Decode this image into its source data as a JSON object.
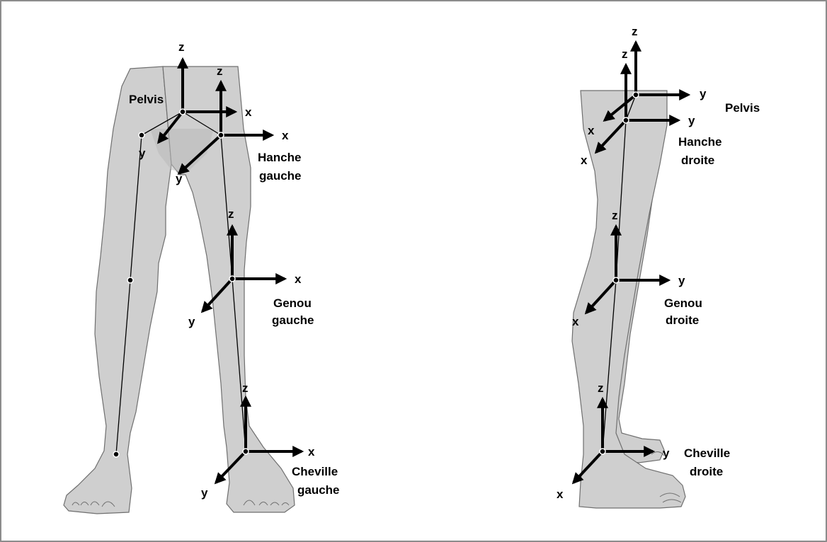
{
  "front_view": {
    "labels": {
      "pelvis": "Pelvis",
      "hip_1": "Hanche",
      "hip_2": "gauche",
      "knee_1": "Genou",
      "knee_2": "gauche",
      "ankle_1": "Cheville",
      "ankle_2": "gauche"
    },
    "axes": {
      "pelvis_z": "z",
      "pelvis_x": "x",
      "pelvis_y": "y",
      "hip_z": "z",
      "hip_x": "x",
      "hip_y": "y",
      "knee_z": "z",
      "knee_x": "x",
      "knee_y": "y",
      "ankle_z": "z",
      "ankle_x": "x",
      "ankle_y": "y",
      "right_hip_y": "y"
    }
  },
  "side_view": {
    "labels": {
      "pelvis": "Pelvis",
      "hip_1": "Hanche",
      "hip_2": "droite",
      "knee_1": "Genou",
      "knee_2": "droite",
      "ankle_1": "Cheville",
      "ankle_2": "droite"
    },
    "axes": {
      "pelvis_z": "z",
      "pelvis_y": "y",
      "pelvis_x": "x",
      "hip_z": "z",
      "hip_y": "y",
      "hip_x": "x",
      "knee_z": "z",
      "knee_y": "y",
      "knee_x": "x",
      "ankle_z": "z",
      "ankle_y": "y",
      "ankle_x": "x"
    }
  },
  "colors": {
    "leg_fill": "#cfcfcf",
    "outline": "#6f6f6f",
    "axis": "#000000",
    "frame": "#8c8c8c"
  }
}
